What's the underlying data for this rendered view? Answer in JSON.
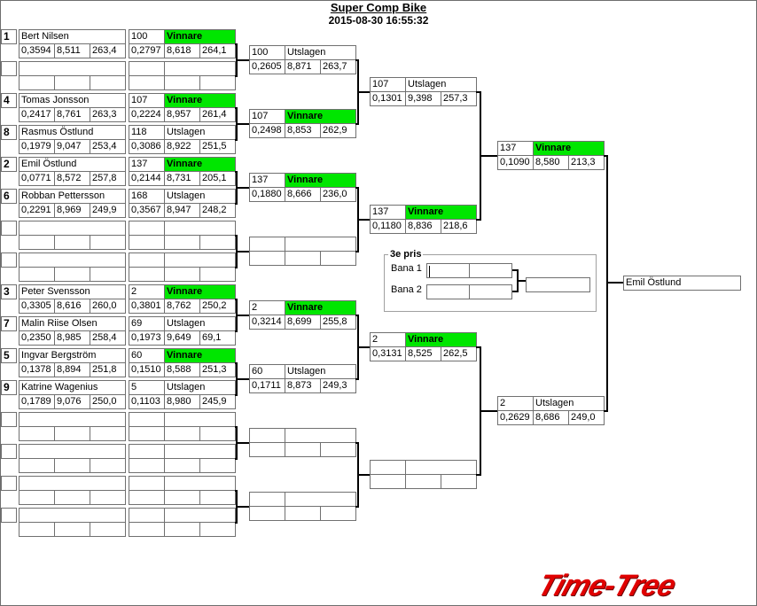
{
  "header": {
    "title": "Super Comp Bike",
    "datetime": "2015-08-30 16:55:32"
  },
  "colors": {
    "winner_bg": "#00e600",
    "logo": "#e00000"
  },
  "round0": [
    {
      "seed": "1",
      "name": "Bert Nilsen",
      "rt": "0,3594",
      "et": "8,511",
      "speed": "263,4"
    },
    {
      "seed": "",
      "name": "",
      "rt": "",
      "et": "",
      "speed": ""
    },
    {
      "seed": "4",
      "name": "Tomas Jonsson",
      "rt": "0,2417",
      "et": "8,761",
      "speed": "263,3"
    },
    {
      "seed": "8",
      "name": "Rasmus Östlund",
      "rt": "0,1979",
      "et": "9,047",
      "speed": "253,4"
    },
    {
      "seed": "2",
      "name": "Emil Östlund",
      "rt": "0,0771",
      "et": "8,572",
      "speed": "257,8"
    },
    {
      "seed": "6",
      "name": "Robban Pettersson",
      "rt": "0,2291",
      "et": "8,969",
      "speed": "249,9"
    },
    {
      "seed": "",
      "name": "",
      "rt": "",
      "et": "",
      "speed": ""
    },
    {
      "seed": "",
      "name": "",
      "rt": "",
      "et": "",
      "speed": ""
    },
    {
      "seed": "3",
      "name": "Peter Svensson",
      "rt": "0,3305",
      "et": "8,616",
      "speed": "260,0"
    },
    {
      "seed": "7",
      "name": "Malin Riise Olsen",
      "rt": "0,2350",
      "et": "8,985",
      "speed": "258,4"
    },
    {
      "seed": "5",
      "name": "Ingvar Bergström",
      "rt": "0,1378",
      "et": "8,894",
      "speed": "251,8"
    },
    {
      "seed": "9",
      "name": "Katrine Wagenius",
      "rt": "0,1789",
      "et": "9,076",
      "speed": "250,0"
    },
    {
      "seed": "",
      "name": "",
      "rt": "",
      "et": "",
      "speed": ""
    },
    {
      "seed": "",
      "name": "",
      "rt": "",
      "et": "",
      "speed": ""
    },
    {
      "seed": "",
      "name": "",
      "rt": "",
      "et": "",
      "speed": ""
    },
    {
      "seed": "",
      "name": "",
      "rt": "",
      "et": "",
      "speed": ""
    }
  ],
  "round1": [
    {
      "num": "100",
      "status": "Vinnare",
      "rt": "0,2797",
      "et": "8,618",
      "speed": "264,1"
    },
    {
      "num": "",
      "status": "",
      "rt": "",
      "et": "",
      "speed": ""
    },
    {
      "num": "107",
      "status": "Vinnare",
      "rt": "0,2224",
      "et": "8,957",
      "speed": "261,4"
    },
    {
      "num": "118",
      "status": "Utslagen",
      "rt": "0,3086",
      "et": "8,922",
      "speed": "251,5"
    },
    {
      "num": "137",
      "status": "Vinnare",
      "rt": "0,2144",
      "et": "8,731",
      "speed": "205,1"
    },
    {
      "num": "168",
      "status": "Utslagen",
      "rt": "0,3567",
      "et": "8,947",
      "speed": "248,2"
    },
    {
      "num": "",
      "status": "",
      "rt": "",
      "et": "",
      "speed": ""
    },
    {
      "num": "",
      "status": "",
      "rt": "",
      "et": "",
      "speed": ""
    },
    {
      "num": "2",
      "status": "Vinnare",
      "rt": "0,3801",
      "et": "8,762",
      "speed": "250,2"
    },
    {
      "num": "69",
      "status": "Utslagen",
      "rt": "0,1973",
      "et": "9,649",
      "speed": "69,1"
    },
    {
      "num": "60",
      "status": "Vinnare",
      "rt": "0,1510",
      "et": "8,588",
      "speed": "251,3"
    },
    {
      "num": "5",
      "status": "Utslagen",
      "rt": "0,1103",
      "et": "8,980",
      "speed": "245,9"
    },
    {
      "num": "",
      "status": "",
      "rt": "",
      "et": "",
      "speed": ""
    },
    {
      "num": "",
      "status": "",
      "rt": "",
      "et": "",
      "speed": ""
    },
    {
      "num": "",
      "status": "",
      "rt": "",
      "et": "",
      "speed": ""
    },
    {
      "num": "",
      "status": "",
      "rt": "",
      "et": "",
      "speed": ""
    }
  ],
  "round2": [
    {
      "num": "100",
      "status": "Utslagen",
      "rt": "0,2605",
      "et": "8,871",
      "speed": "263,7"
    },
    {
      "num": "107",
      "status": "Vinnare",
      "rt": "0,2498",
      "et": "8,853",
      "speed": "262,9"
    },
    {
      "num": "137",
      "status": "Vinnare",
      "rt": "0,1880",
      "et": "8,666",
      "speed": "236,0"
    },
    {
      "num": "",
      "status": "",
      "rt": "",
      "et": "",
      "speed": ""
    },
    {
      "num": "2",
      "status": "Vinnare",
      "rt": "0,3214",
      "et": "8,699",
      "speed": "255,8"
    },
    {
      "num": "60",
      "status": "Utslagen",
      "rt": "0,1711",
      "et": "8,873",
      "speed": "249,3"
    },
    {
      "num": "",
      "status": "",
      "rt": "",
      "et": "",
      "speed": ""
    },
    {
      "num": "",
      "status": "",
      "rt": "",
      "et": "",
      "speed": ""
    }
  ],
  "round3": [
    {
      "num": "107",
      "status": "Utslagen",
      "rt": "0,1301",
      "et": "9,398",
      "speed": "257,3"
    },
    {
      "num": "137",
      "status": "Vinnare",
      "rt": "0,1180",
      "et": "8,836",
      "speed": "218,6"
    },
    {
      "num": "2",
      "status": "Vinnare",
      "rt": "0,3131",
      "et": "8,525",
      "speed": "262,5"
    },
    {
      "num": "",
      "status": "",
      "rt": "",
      "et": "",
      "speed": ""
    }
  ],
  "round4": [
    {
      "num": "137",
      "status": "Vinnare",
      "rt": "0,1090",
      "et": "8,580",
      "speed": "213,3"
    },
    {
      "num": "2",
      "status": "Utslagen",
      "rt": "0,2629",
      "et": "8,686",
      "speed": "249,0"
    }
  ],
  "final": {
    "winner": "Emil Östlund"
  },
  "third_place": {
    "title": "3e pris",
    "lane1_label": "Bana 1",
    "lane2_label": "Bana 2",
    "lane1_a": "",
    "lane1_b": "",
    "lane2_a": "",
    "lane2_b": "",
    "result": ""
  },
  "logo": {
    "text": "Time-Tree"
  }
}
